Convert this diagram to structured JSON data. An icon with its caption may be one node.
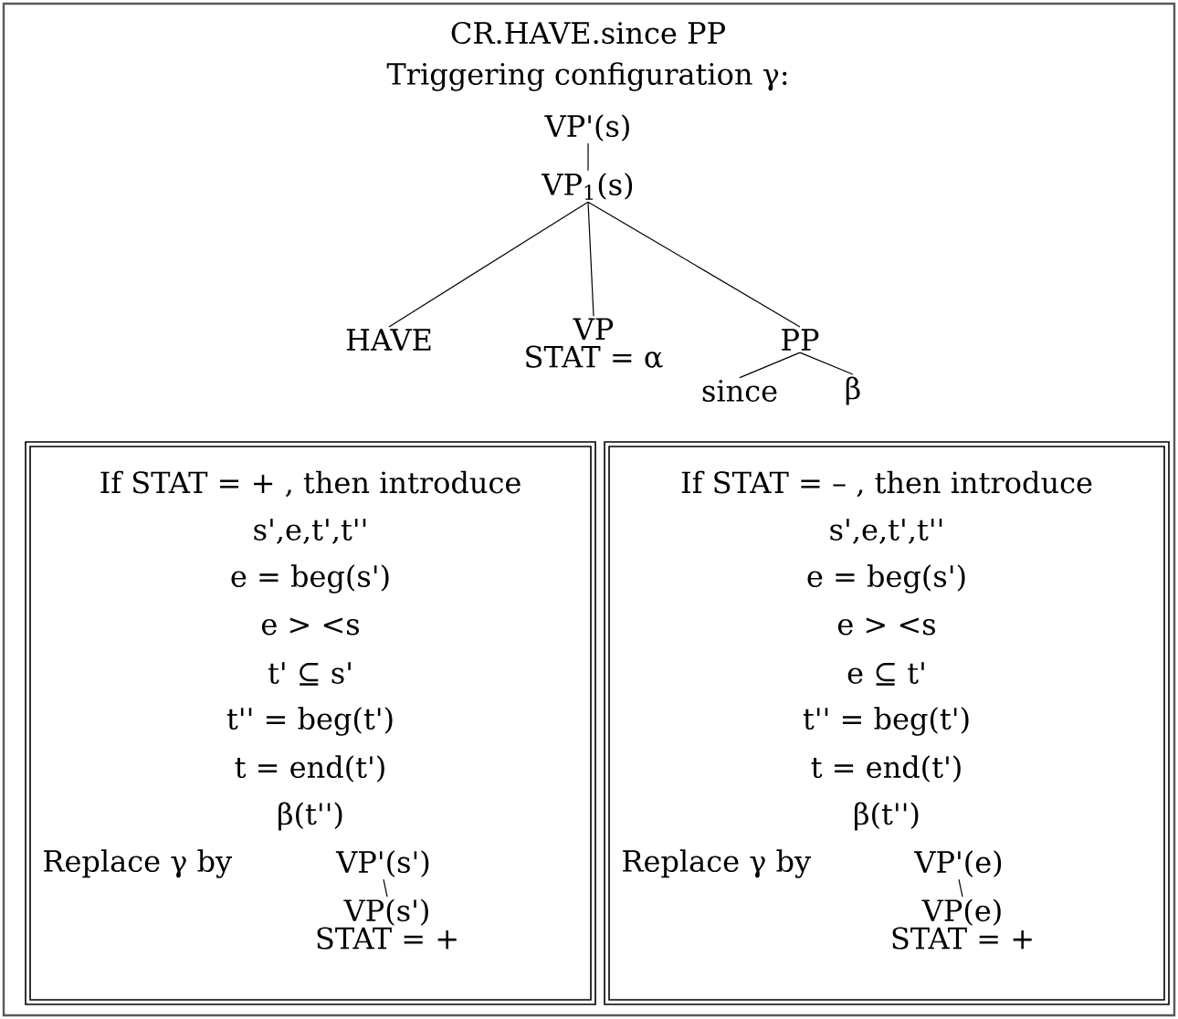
{
  "diagram": {
    "title": "CR.HAVE.since PP",
    "nodes": [
      {
        "text": [
          "VP'(s)"
        ]
      },
      {
        "text": [
          "VP$_{1}$(s)"
        ]
      },
      {
        "text": [
          "HAVE"
        ]
      },
      {
        "text": [
          "VP",
          "STAT = α"
        ]
      },
      {
        "text": [
          "PP"
        ]
      },
      {
        "text": [
          "since"
        ]
      },
      {
        "text": [
          "β"
        ]
      },
      {
        "text": [
          "If STAT = + , then introduce",
          "s',e,t',t''",
          "e = beg(s')",
          "e > <s",
          "t' ⊆ s'",
          "t'' = beg(t')",
          "t = end(t')",
          "β(t'')",
          "Replace γ by"
        ]
      },
      {
        "text": [
          "VP'(s')"
        ],
        "in": 7
      },
      {
        "text": [
          "VP(s')",
          "STAT = +"
        ],
        "in": 7
      },
      {
        "text": [
          "If STAT = – , then introduce",
          "s',e,t',t''",
          "e = beg(s')",
          "e > <s",
          "e ⊆ t'",
          "t'' = beg(t')",
          "t = end(t')",
          "β(t'')",
          "Replace γ by"
        ]
      },
      {
        "text": [
          "VP'(e)"
        ],
        "in": 10
      },
      {
        "text": [
          "VP(e)",
          "STAT = +"
        ],
        "in": 10
      }
    ],
    "edges": [
      {
        "from": 0,
        "to": 1,
        "arrow": "none"
      },
      {
        "from": 1,
        "to": 2,
        "arrow": "none"
      },
      {
        "from": 1,
        "to": 3,
        "arrow": "none"
      },
      {
        "from": 1,
        "to": 4,
        "arrow": "none"
      },
      {
        "from": 4,
        "to": 5,
        "arrow": "none"
      },
      {
        "from": 4,
        "to": 6,
        "arrow": "none"
      },
      {
        "from": 8,
        "to": 9,
        "arrow": "none"
      },
      {
        "from": 11,
        "to": 12,
        "arrow": "none"
      }
    ],
    "labels": [
      "Triggering configuration γ:"
    ]
  }
}
